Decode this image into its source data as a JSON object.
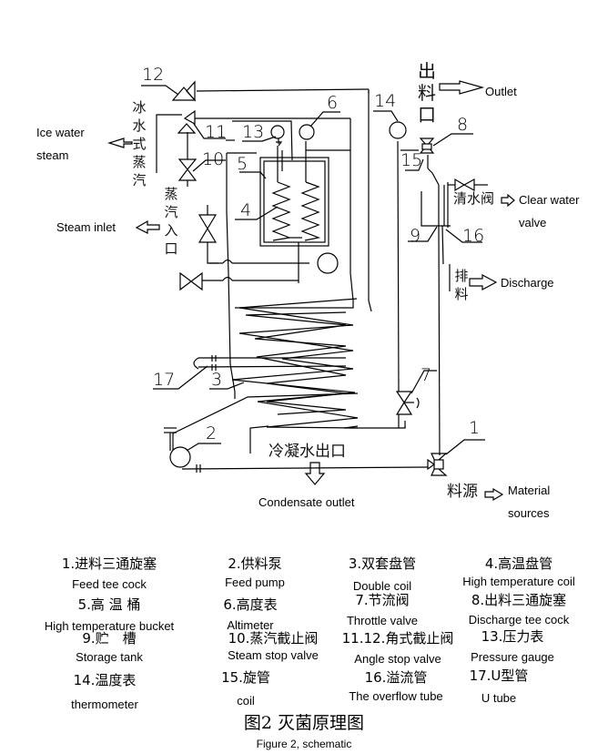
{
  "diagram": {
    "number_labels": {
      "n1": "1",
      "n2": "2",
      "n3": "3",
      "n4": "4",
      "n5": "5",
      "n6": "6",
      "n7": "7",
      "n8": "8",
      "n9": "9",
      "n10": "10",
      "n11": "11",
      "n12": "12",
      "n13": "13",
      "n14": "14",
      "n15": "15",
      "n16": "16",
      "n17": "17"
    },
    "flow_labels": {
      "ice_water_steam_cn": "冰水式蒸汽",
      "ice_water_steam_en_1": "Ice water",
      "ice_water_steam_en_2": "steam",
      "steam_inlet_cn": "蒸汽入口",
      "steam_inlet_en": "Steam inlet",
      "outlet_cn": "出料口",
      "outlet_en": "Outlet",
      "clear_water_valve_cn": "清水阀",
      "clear_water_valve_en_1": "Clear water",
      "clear_water_valve_en_2": "valve",
      "discharge_cn": "排料",
      "discharge_en": "Discharge",
      "condensate_outlet_cn": "冷凝水出口",
      "condensate_outlet_en": "Condensate outlet",
      "material_sources_cn": "料源",
      "material_sources_en_1": "Material",
      "material_sources_en_2": "sources"
    }
  },
  "legend": [
    {
      "cn": "1.进料三通旋塞",
      "en": "Feed tee cock"
    },
    {
      "cn": "2.供料泵",
      "en": "Feed pump"
    },
    {
      "cn": "3.双套盘管",
      "en": "Double coil"
    },
    {
      "cn": "4.高温盘管",
      "en": "High temperature coil"
    },
    {
      "cn": "5.高 温 桶",
      "en": "High temperature bucket"
    },
    {
      "cn": "6.高度表",
      "en": "Altimeter"
    },
    {
      "cn": "7.节流阀",
      "en": "Throttle valve"
    },
    {
      "cn": "8.出料三通旋塞",
      "en": "Discharge tee cock"
    },
    {
      "cn": "9.贮　槽",
      "en": "Storage tank"
    },
    {
      "cn": "10.蒸汽截止阀",
      "en": "Steam stop valve"
    },
    {
      "cn": "11.12.角式截止阀",
      "en": "Angle stop valve"
    },
    {
      "cn": "13.压力表",
      "en": "Pressure gauge"
    },
    {
      "cn": "14.温度表",
      "en": "thermometer"
    },
    {
      "cn": "15.旋管",
      "en": "coil"
    },
    {
      "cn": "16.溢流管",
      "en": "The overflow tube"
    },
    {
      "cn": "17.U型管",
      "en": "U tube"
    }
  ],
  "figure": {
    "title_cn": "图2 灭菌原理图",
    "title_en": "Figure 2, schematic"
  }
}
